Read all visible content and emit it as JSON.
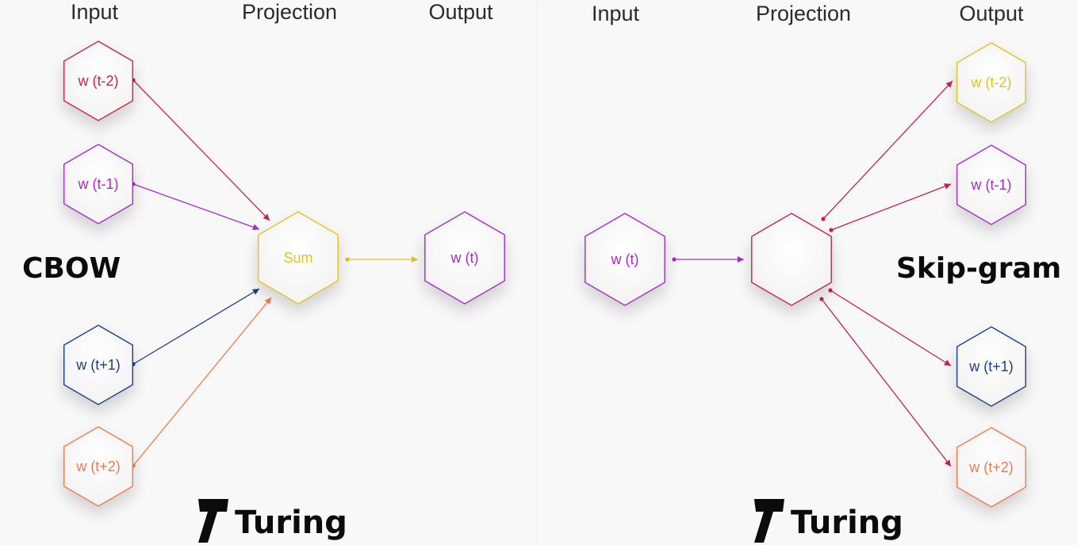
{
  "colors": {
    "red": "#c8204e",
    "purple": "#a62bc6",
    "yellow": "#e2c21c",
    "blue": "#1f3c88",
    "orange": "#f07a4c",
    "dark": "#0b0b0b"
  },
  "left": {
    "headers": {
      "input": "Input",
      "projection": "Projection",
      "output": "Output"
    },
    "model_title": "CBOW",
    "inputs": [
      {
        "label": "w (t-2)",
        "color": "#c8204e"
      },
      {
        "label": "w (t-1)",
        "color": "#a62bc6"
      },
      {
        "label": "w (t+1)",
        "color": "#1f3c88"
      },
      {
        "label": "w (t+2)",
        "color": "#f07a4c"
      }
    ],
    "projection": {
      "label": "Sum",
      "color": "#e2c21c"
    },
    "output": {
      "label": "w (t)",
      "color": "#a62bc6"
    },
    "brand": {
      "logo_icon": "turing-logo-icon",
      "name": "Turing"
    }
  },
  "right": {
    "headers": {
      "input": "Input",
      "projection": "Projection",
      "output": "Output"
    },
    "model_title": "Skip-gram",
    "input": {
      "label": "w (t)",
      "color": "#a62bc6"
    },
    "projection": {
      "label": "",
      "color": "#c8204e"
    },
    "outputs": [
      {
        "label": "w (t-2)",
        "color": "#e2c21c"
      },
      {
        "label": "w (t-1)",
        "color": "#a62bc6"
      },
      {
        "label": "w (t+1)",
        "color": "#1f3c88"
      },
      {
        "label": "w (t+2)",
        "color": "#f07a4c"
      }
    ],
    "brand": {
      "logo_icon": "turing-logo-icon",
      "name": "Turing"
    }
  }
}
